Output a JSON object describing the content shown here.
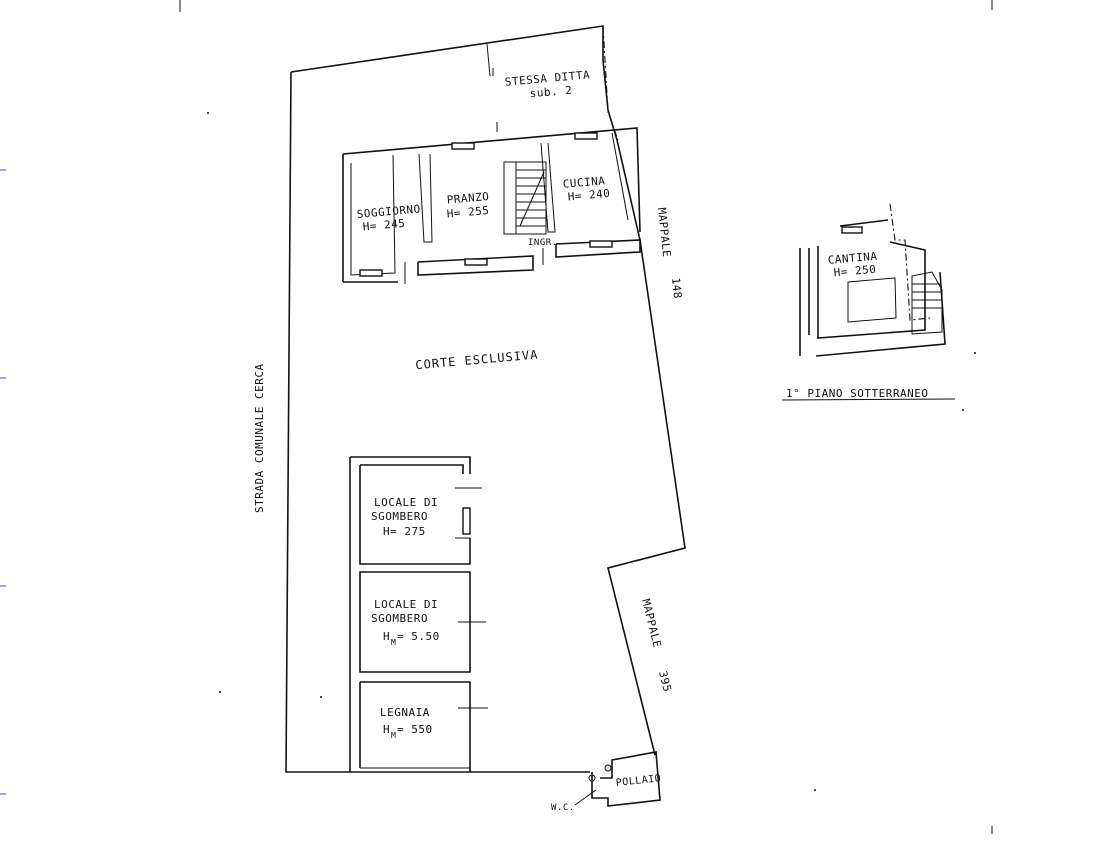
{
  "plan": {
    "neighbor": {
      "name": "STESSA DITTA",
      "sub": "sub. 2"
    },
    "rooms": {
      "soggiorno": {
        "name": "SOGGIORNO",
        "height": "H= 245"
      },
      "pranzo": {
        "name": "PRANZO",
        "height": "H= 255"
      },
      "cucina": {
        "name": "CUCINA",
        "height": "H= 240"
      },
      "ingresso": {
        "name": "INGR."
      },
      "locale1": {
        "line1": "LOCALE DI",
        "line2": "SGOMBERO",
        "height": "H= 275"
      },
      "locale2": {
        "line1": "LOCALE DI",
        "line2": "SGOMBERO",
        "height": "H",
        "height_sub": "M",
        "height_val": "= 5.50"
      },
      "legnaia": {
        "name": "LEGNAIA",
        "height": "H",
        "height_sub": "M",
        "height_val": "= 550"
      },
      "pollaio": {
        "name": "POLLAIO"
      },
      "wc": {
        "name": "W.C."
      },
      "cantina": {
        "name": "CANTINA",
        "height": "H= 250"
      }
    },
    "court": "CORTE ESCLUSIVA",
    "road": "STRADA COMUNALE CERCA",
    "mappale_148": {
      "label": "MAPPALE",
      "number": "148"
    },
    "mappale_395": {
      "label": "MAPPALE",
      "number": "395"
    },
    "basement_title": "1° PIANO SOTTERRANEO"
  }
}
